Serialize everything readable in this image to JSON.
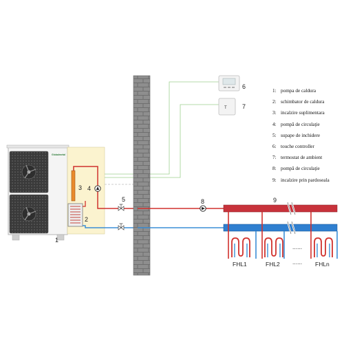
{
  "labels": {
    "heat_pump": "1",
    "heat_exchanger": "2",
    "backup_heater": "3",
    "heat_pump_circulator": "4",
    "shut_off_valve": "5",
    "touch_controller": "6",
    "room_thermostat": "7",
    "circulation_pump": "8",
    "floor_heating": "9",
    "brand": "Globalmetal",
    "thermostat_symbol": "T",
    "dots": "......"
  },
  "loops": [
    "FHL1",
    "FHL2",
    "FHLn"
  ],
  "legend": [
    {
      "num": "1:",
      "text": "pompa de caldura"
    },
    {
      "num": "2:",
      "text": "schimbator de caldura"
    },
    {
      "num": "3:",
      "text": "incalzire suplimentara"
    },
    {
      "num": "4:",
      "text": "pompă de circulaţie"
    },
    {
      "num": "5:",
      "text": "supape de inchidere"
    },
    {
      "num": "6:",
      "text": "touche controller"
    },
    {
      "num": "7:",
      "text": "termostat de ambient"
    },
    {
      "num": "8:",
      "text": "pompă de circulaţie"
    },
    {
      "num": "9:",
      "text": "incalzire prin pardoseala"
    }
  ],
  "colors": {
    "supply_pipe": "#d0312d",
    "return_pipe": "#3a8ed6",
    "manifold_supply": "#c8323b",
    "manifold_return": "#2f7fd0",
    "wall": "#8e8e8e",
    "control_wire": "#9fcf8f",
    "hydro_box": "#fbf3cf",
    "unit_body": "#f3f3f3"
  }
}
